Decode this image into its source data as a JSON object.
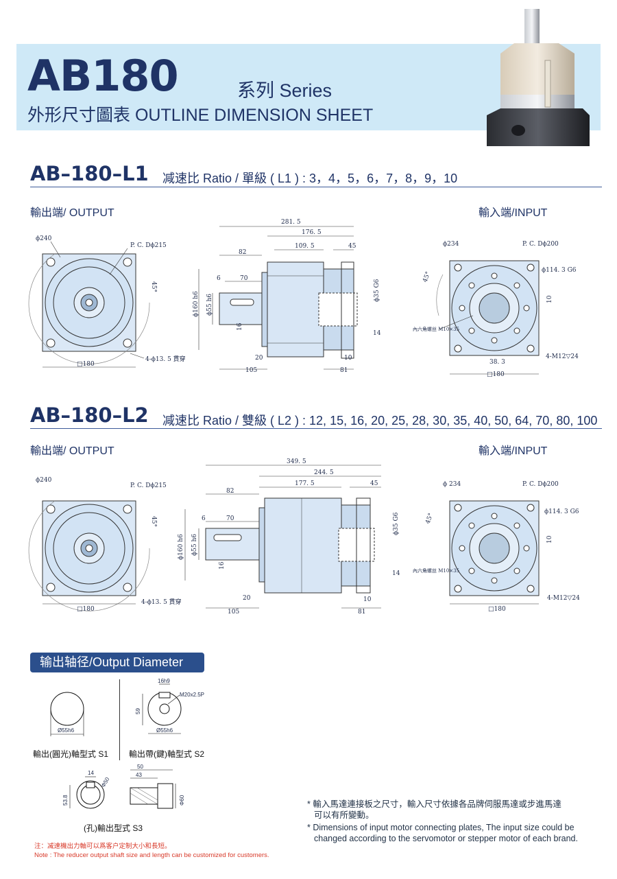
{
  "header": {
    "model": "AB180",
    "series": "系列 Series",
    "subtitle": "外形尺寸圖表 OUTLINE DIMENSION SHEET"
  },
  "section_l1": {
    "title": "AB–180–L1",
    "desc": "减速比 Ratio / 單級 ( L1 ) : 3，4，5，6，7，8，9，10",
    "output_label": "輸出端/ OUTPUT",
    "input_label": "輸入端/INPUT",
    "front": {
      "d_outer": "ϕ240",
      "pcd": "P. C. Dϕ215",
      "angle": "45°",
      "holes": "4-ϕ13. 5  貫穿",
      "square": "□180"
    },
    "side": {
      "total": "281. 5",
      "l176": "176. 5",
      "l109": "109. 5",
      "l45": "45",
      "l82": "82",
      "l70": "70",
      "l6": "6",
      "d160": "ϕ160 h6",
      "d55": "ϕ55 h6",
      "l16": "16",
      "l20": "20",
      "l105": "105",
      "l10": "10",
      "l81": "81",
      "l14": "14",
      "d35": "ϕ35 G6"
    },
    "input": {
      "d234": "ϕ234",
      "pcd": "P. C. Dϕ200",
      "bore": "ϕ114. 3 G6",
      "angle": "45°",
      "key": "10",
      "screw": "內六角螺丝 M10×35",
      "key_h": "38. 3",
      "tap": "4-M12▽24",
      "square": "□180"
    }
  },
  "section_l2": {
    "title": "AB–180–L2",
    "desc": "减速比 Ratio / 雙級 ( L2 ) : 12, 15, 16, 20, 25, 28, 30, 35, 40, 50, 64, 70, 80, 100",
    "output_label": "輸出端/ OUTPUT",
    "input_label": "輸入端/INPUT",
    "front": {
      "d_outer": "ϕ240",
      "pcd": "P. C. Dϕ215",
      "angle": "45°",
      "holes": "4-ϕ13. 5 貫穿",
      "square": "□180"
    },
    "side": {
      "total": "349. 5",
      "l244": "244. 5",
      "l177": "177. 5",
      "l45": "45",
      "l82": "82",
      "l70": "70",
      "l6": "6",
      "d160": "ϕ160 h6",
      "d55": "ϕ55 h6",
      "l16": "16",
      "l20": "20",
      "l105": "105",
      "l10": "10",
      "l81": "81",
      "l14": "14",
      "d35": "ϕ35 G6"
    },
    "input": {
      "d234": "ϕ 234",
      "pcd": "P. C. Dϕ200",
      "bore": "ϕ114. 3 G6",
      "angle": "45°",
      "key": "10",
      "screw": "內六角螺丝 M10×35",
      "tap": "4-M12▽24",
      "square": "□180"
    }
  },
  "output_diameter": {
    "title": "输出轴径/Output Diameter",
    "s1": {
      "dim": "Ø55h6",
      "caption": "輸出(圓光)軸型式  S1"
    },
    "s2": {
      "key": "16h9",
      "thread": "M20x2.5P",
      "height": "59",
      "dim": "Ø55h6",
      "caption": "輸出帶(鍵)軸型式  S2"
    },
    "s3": {
      "w": "14",
      "h": "53.8",
      "d": "Φ50",
      "l50": "50",
      "l43": "43",
      "d60": "Φ60",
      "caption": "(孔)輸出型式  S3"
    }
  },
  "notes": {
    "zh": "* 輸入馬達連接板之尺寸，輸入尺寸依據各品牌伺服馬達或步進馬達",
    "zh2": "可以有所變動。",
    "en": "* Dimensions of input motor connecting plates, The input size could be",
    "en2": "changed according to the servomotor or stepper motor of each brand.",
    "red_zh": "注：减速機出力軸可以爲客户定制大小和長短。",
    "red_en": "Note : The reducer output shaft size and length can be customized for customers."
  }
}
